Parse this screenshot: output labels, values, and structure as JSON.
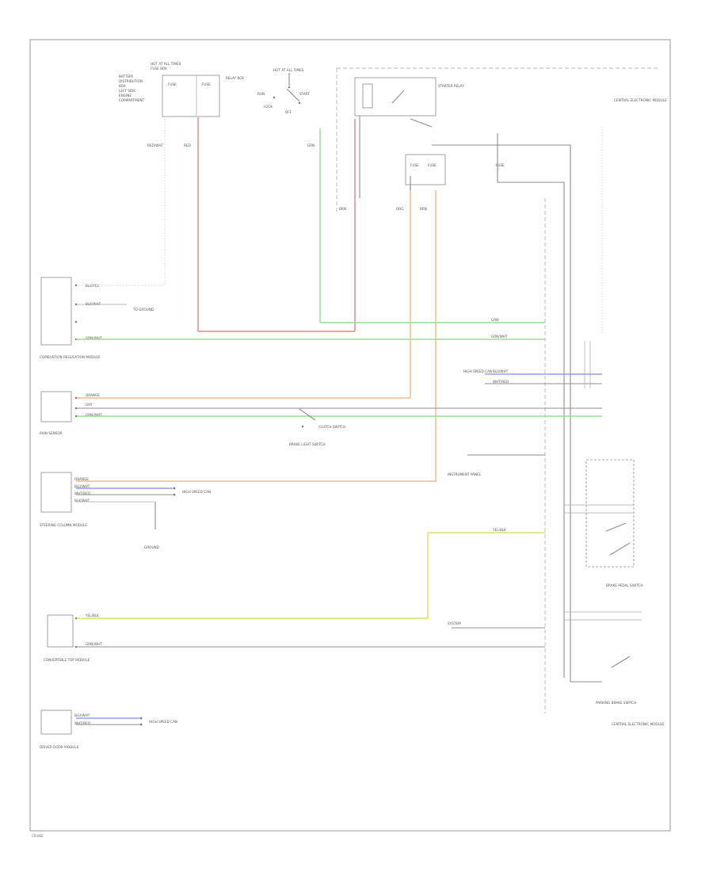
{
  "colors": {
    "red": "#f08080",
    "green": "#8fe08f",
    "orange": "#f7b98a",
    "blue": "#7d86f0",
    "yellow": "#dede66",
    "black": "#8d8d8d"
  },
  "labels": {
    "fuse_top_left": "HOT AT ALL TIMES",
    "fuse_block_left": "FUSE BOX",
    "fuse_a": "FUSE",
    "fuse_b": "FUSE",
    "relay_box": "RELAY BOX",
    "ignition_title": "HOT AT ALL TIMES",
    "ignition_r": "RUN",
    "ignition_s": "START",
    "ignition_l": "LOCK",
    "ignition_o": "OFF",
    "relay_top_right": "STARTER RELAY",
    "right_module_top": "CENTRAL ELECTRONIC MODULE",
    "fuse_mid_1": "FUSE",
    "fuse_mid_2": "FUSE",
    "fuse_mid_3": "FUSE",
    "wire_c1": "RED/WHT",
    "wire_c2": "RED",
    "wire_c3": "GRN",
    "wire_c4": "BRN",
    "wire_c5": "ORG",
    "wire_c6": "BRN",
    "comp1_name": "COMBUSTION REGULATION MODULE",
    "comp1_w1": "BLK/YEL",
    "comp1_w2": "BLK/WHT",
    "comp1_w3": "GRN/WHT",
    "comp1_note": "TO GROUND",
    "comp2_name": "RAIN SENSOR",
    "comp2_w1": "ORANGE",
    "comp2_w2": "GRY",
    "comp2_w3": "GRN/WHT",
    "switch_mid": "CLUTCH SWITCH",
    "switch_mid_b": "BRAKE LIGHT SWITCH",
    "right_label_1": "HIGH SPEED CAN",
    "right_label_2": "BLU/WHT",
    "right_label_3": "WHT/RED",
    "right_label_4": "INSTRUMENT PANEL",
    "comp3_name": "STEERING COLUMN MODULE",
    "comp3_w1": "ORANGE",
    "comp3_w2": "BLU/WHT",
    "comp3_w3": "WHT/RED",
    "comp3_w4": "BLK/WHT",
    "comp3_can": "HIGH SPEED CAN",
    "comp3_gnd": "GROUND",
    "right_label_5": "YEL/BLK",
    "switch_right_1": "BRAKE PEDAL SWITCH",
    "comp4_name": "CONVERTIBLE TOP MODULE",
    "comp4_w1": "YEL/BLK",
    "comp4_w2": "GRN/WHT",
    "right_label_6": "SYSTEM",
    "switch_right_2": "PARKING BRAKE SWITCH",
    "right_module_bottom": "CENTRAL ELECTRONIC MODULE",
    "comp5_name": "DRIVER DOOR MODULE",
    "comp5_w1": "BLU/WHT",
    "comp5_w2": "WHT/RED",
    "comp5_can": "HIGH SPEED CAN",
    "footer": "CRUISE"
  }
}
